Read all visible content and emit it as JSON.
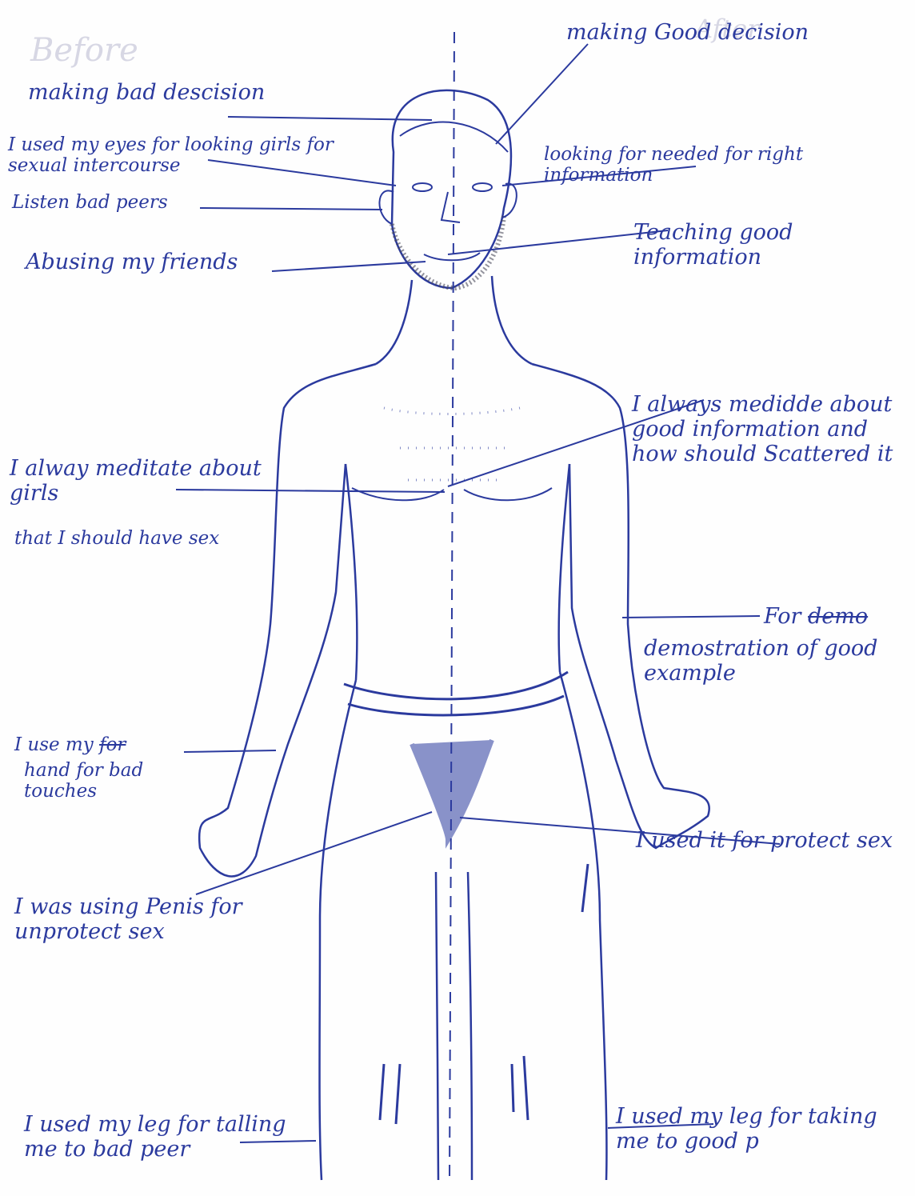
{
  "faint_headers": {
    "left": "Before",
    "right": "After"
  },
  "left_notes": {
    "head": "making bad descision",
    "eyes": "I used my eyes for looking girls for sexual intercourse",
    "ears": "Listen bad peers",
    "mouth": "Abusing my friends",
    "chest_a": "I alway meditate about girls",
    "chest_b": "that I should have sex",
    "hand_a": "I use my",
    "hand_strike": "for",
    "hand_b": "hand for bad touches",
    "penis": "I was using Penis for unprotect sex",
    "leg": "I used my leg for talling me to bad peer"
  },
  "right_notes": {
    "head": "making Good decision",
    "eyes": "looking for needed for right information",
    "mouth": "Teaching good information",
    "chest": "I always medidde about good information and how should Scattered it",
    "hand_a": "For",
    "hand_strike": "demo",
    "hand_b": "demostration of good example",
    "penis": "I used it for protect sex",
    "leg": "I used my leg for taking me to good p"
  },
  "colors": {
    "ink": "#2b3a9e",
    "pencil": "#5a5a66",
    "paper": "#fefefe"
  }
}
